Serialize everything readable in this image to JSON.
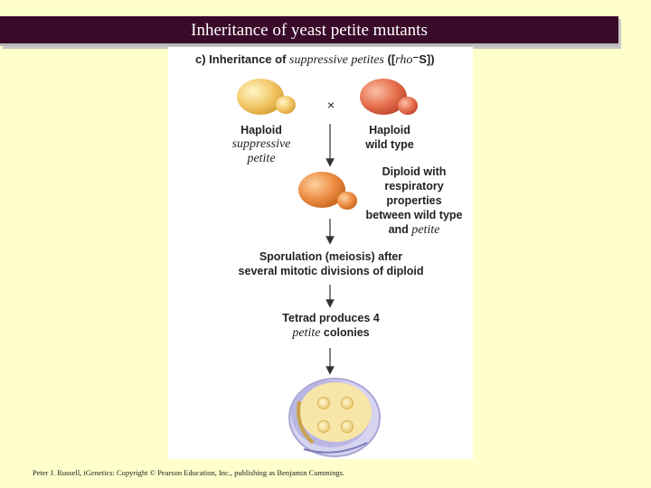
{
  "slide": {
    "title": "Inheritance of yeast petite mutants",
    "footer": "Peter J. Russell, iGenetics: Copyright © Pearson Education, Inc., publishing as Benjamin Cummings."
  },
  "figure": {
    "panel_title_prefix": "c) Inheritance of ",
    "panel_title_italic": "suppressive petites",
    "panel_title_bracket_open": " ([",
    "panel_title_rho": "rho",
    "panel_title_suffix": "⁻S])",
    "cross_symbol": "×",
    "haploid_petite": {
      "line1": "Haploid",
      "line2": "suppressive",
      "line3": "petite"
    },
    "haploid_wild": {
      "line1": "Haploid",
      "line2": "wild type"
    },
    "diploid": {
      "line1": "Diploid with",
      "line2": "respiratory",
      "line3": "properties",
      "line4": "between wild type",
      "line5_prefix": "and ",
      "line5_italic": "petite"
    },
    "sporulation": {
      "line1": "Sporulation (meiosis) after",
      "line2": "several mitotic divisions of diploid"
    },
    "tetrad": {
      "line1": "Tetrad produces 4",
      "line2_italic": "petite",
      "line2_suffix": " colonies"
    },
    "colors": {
      "petite_cell": "#f2c867",
      "wild_cell": "#e6704f",
      "diploid_cell": "#ec8c42",
      "dish_rim": "#c9c8ea",
      "agar": "#f7e6a8"
    }
  }
}
